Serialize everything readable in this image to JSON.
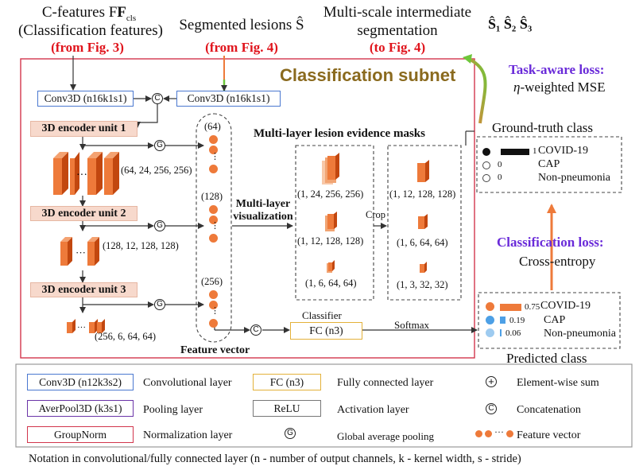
{
  "header": {
    "cfeat_line1": "C-features F",
    "cfeat_sub": "cls",
    "cfeat_line2": "(Classification features)",
    "cfeat_ref": "(from Fig. 3)",
    "seg_line1": "Segmented lesions Ŝ",
    "seg_ref": "(from Fig. 4)",
    "multi_line1": "Multi-scale intermediate",
    "multi_line2": "segmentation",
    "multi_ref": "(to Fig. 4)",
    "s_hats": "Ŝ₁ Ŝ₂ Ŝ₃"
  },
  "subnet": {
    "title": "Classification subnet",
    "conv_left": "Conv3D (n16k1s1)",
    "conv_right": "Conv3D (n16k1s1)",
    "enc1": "3D encoder unit 1",
    "enc2": "3D encoder unit 2",
    "enc3": "3D encoder unit 3",
    "enc1_dims": "(64, 24, 256, 256)",
    "enc2_dims": "(128, 12, 128, 128)",
    "enc3_dims": "(256, 6, 64, 64)",
    "feat_64": "(64)",
    "feat_128": "(128)",
    "feat_256": "(256)",
    "feature_vector_label": "Feature vector",
    "mlv_line1": "Multi-layer",
    "mlv_line2": "visualization",
    "masks_title": "Multi-layer lesion evidence masks",
    "mask_a1": "(1, 24, 256, 256)",
    "mask_a2": "(1, 12, 128, 128)",
    "mask_a3": "(1, 6, 64, 64)",
    "crop": "Crop",
    "mask_b1": "(1, 12, 128, 128)",
    "mask_b2": "(1, 6, 64, 64)",
    "mask_b3": "(1, 3, 32, 32)",
    "classifier": "Classifier",
    "fc": "FC (n3)",
    "softmax": "Softmax"
  },
  "right": {
    "task_loss_title": "Task-aware loss:",
    "task_loss_sub": "η-weighted MSE",
    "gt_title": "Ground-truth class",
    "gt_labels": [
      "COVID-19",
      "CAP",
      "Non-pneumonia"
    ],
    "gt_values": [
      1,
      0,
      0
    ],
    "cls_loss_title": "Classification loss:",
    "cls_loss_sub": "Cross-entropy",
    "pred_labels": [
      "COVID-19",
      "CAP",
      "Non-pneumonia"
    ],
    "pred_values": [
      0.75,
      0.19,
      0.06
    ],
    "pred_title": "Predicted class"
  },
  "legend": {
    "conv_box": "Conv3D (n12k3s2)",
    "conv_desc": "Convolutional layer",
    "fc_box": "FC (n3)",
    "fc_desc": "Fully connected layer",
    "sum_desc": "Element-wise sum",
    "pool_box": "AverPool3D (k3s1)",
    "pool_desc": "Pooling layer",
    "relu_box": "ReLU",
    "relu_desc": "Activation layer",
    "concat_desc": "Concatenation",
    "gn_box": "GroupNorm",
    "gn_desc": "Normalization layer",
    "gap_desc": "Global average pooling",
    "fv_desc": "Feature vector"
  },
  "notation": "Notation in convolutional/fully connected layer (n - number of output channels, k - kernel width, s - stride)",
  "symbols": {
    "concat": "C",
    "gap": "G",
    "sum": "+"
  },
  "colors": {
    "accent_orange": "#ee7a3a",
    "subnet_border": "#d2354c",
    "title_olive": "#8a6a1e",
    "conv_blue": "#4a78d0",
    "fc_gold": "#e3b13a",
    "loss_purple": "#6a2bd9",
    "ref_red": "#e0141c"
  }
}
